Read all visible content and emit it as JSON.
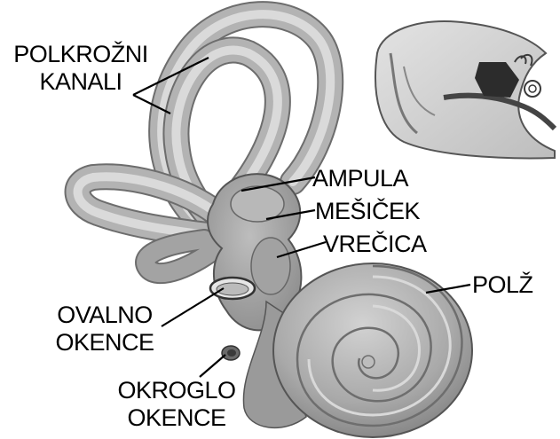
{
  "labels": {
    "polkrozni_kanali": [
      "POLKROŽNI",
      "KANALI"
    ],
    "ampula": "AMPULA",
    "mesicek": "MEŠIČEK",
    "vrecica": "VREČICA",
    "polz": "POLŽ",
    "ovalno_okence": [
      "OVALNO",
      "OKENCE"
    ],
    "okroglo_okence": [
      "OKROGLO",
      "OKENCE"
    ]
  },
  "colors": {
    "organ_fill": "#a8a8a8",
    "organ_light": "#cfcfcf",
    "organ_dark": "#6e6e6e",
    "leader_line": "#000000"
  }
}
